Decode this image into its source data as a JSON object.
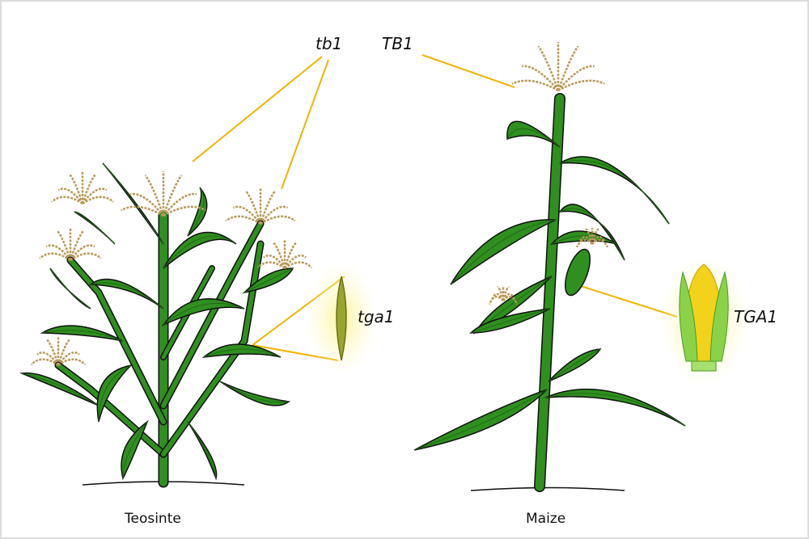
{
  "labels": {
    "teosinte_gene_branching": "tb1",
    "maize_gene_branching": "TB1",
    "teosinte_gene_glume": "tga1",
    "maize_gene_glume": "TGA1"
  },
  "captions": {
    "left_plant": "Teosinte",
    "right_plant": "Maize"
  },
  "colors": {
    "leaf": "#2f8f1f",
    "leaf_dark": "#1f6a14",
    "leader_line": "#f0b400",
    "tassel": "#b89a5a",
    "glow": "#fff6a0",
    "kernel": "#f2d21a"
  }
}
